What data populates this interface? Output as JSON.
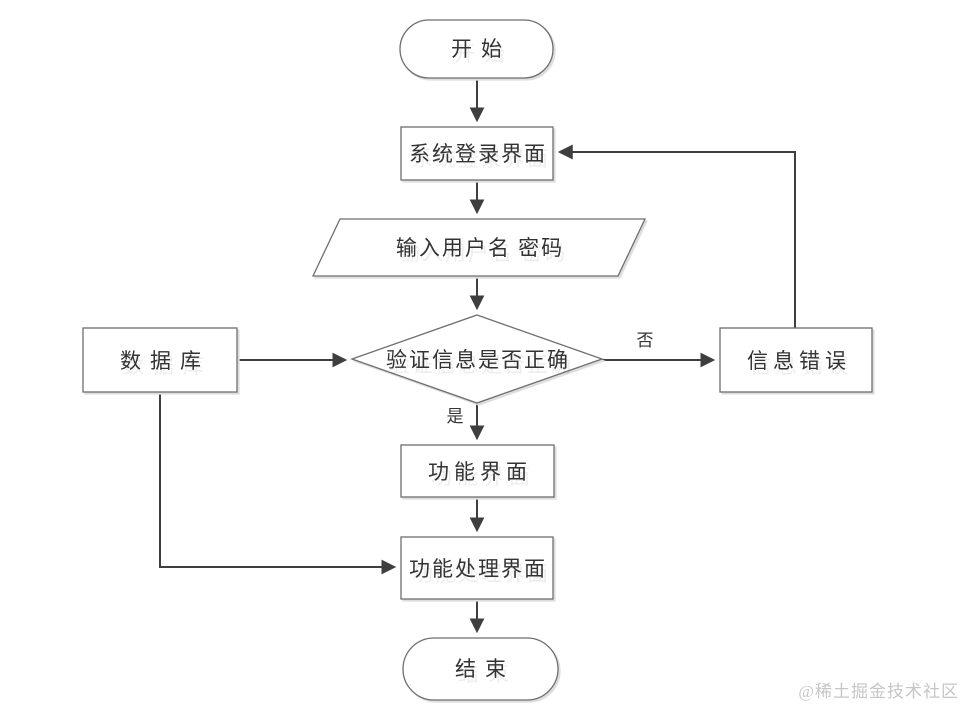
{
  "diagram": {
    "type": "flowchart",
    "nodes": {
      "start": {
        "label": "开始",
        "shape": "terminator"
      },
      "login": {
        "label": "系统登录界面",
        "shape": "process"
      },
      "input": {
        "label": "输入用户名 密码",
        "shape": "data-parallelogram"
      },
      "verify": {
        "label": "验证信息是否正确",
        "shape": "decision-diamond"
      },
      "database": {
        "label": "数据库",
        "shape": "process"
      },
      "error": {
        "label": "信息错误",
        "shape": "process"
      },
      "function_ui": {
        "label": "功能界面",
        "shape": "process"
      },
      "process_ui": {
        "label": "功能处理界面",
        "shape": "process"
      },
      "end": {
        "label": "结束",
        "shape": "terminator"
      }
    },
    "edge_labels": {
      "yes": "是",
      "no": "否"
    },
    "edges": [
      "start -> login",
      "login -> input",
      "input -> verify",
      "verify -> function_ui (是)",
      "verify -> error (否)",
      "error -> login",
      "database -> verify",
      "database -> process_ui",
      "function_ui -> process_ui",
      "process_ui -> end"
    ],
    "colors": {
      "connector": "#3f3f3f",
      "shape_border": "#6e6e6e",
      "shape_fill": "#ffffff",
      "text": "#333333",
      "shadow": "#dedede",
      "watermark_text": "#c6c6c6",
      "background": "#ffffff"
    }
  },
  "watermark": {
    "text": "@稀土掘金技术社区"
  }
}
